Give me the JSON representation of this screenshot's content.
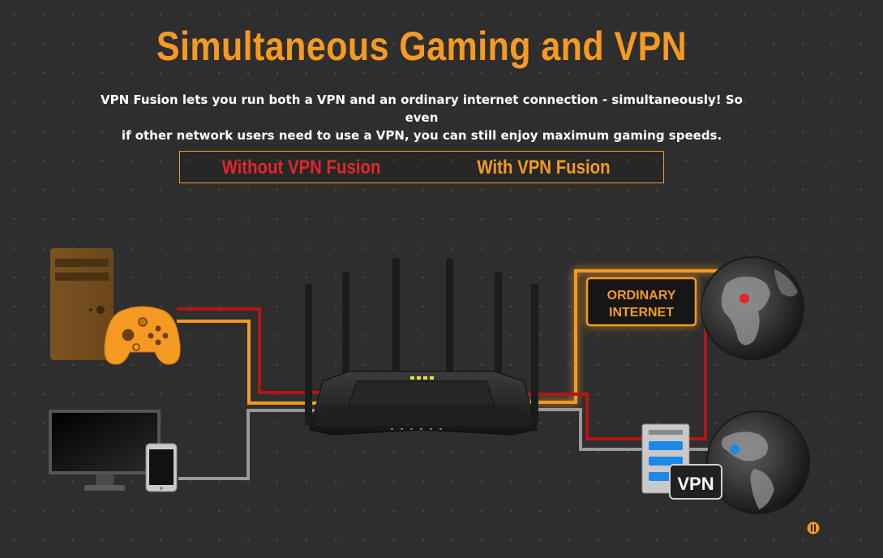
{
  "header": {
    "title": "Simultaneous Gaming and VPN",
    "description_line1": "VPN Fusion lets you run both a VPN and an ordinary internet connection - simultaneously! So even",
    "description_line2": "if other network users need to use a VPN, you can still enjoy maximum gaming speeds."
  },
  "tabs": [
    {
      "label": "Without VPN Fusion",
      "color": "#e1262b"
    },
    {
      "label": "With VPN Fusion",
      "color": "#f49a22"
    }
  ],
  "diagram": {
    "ordinary_internet_line1": "ORDINARY",
    "ordinary_internet_line2": "INTERNET",
    "vpn_label": "VPN"
  },
  "colors": {
    "accent_orange": "#f49a22",
    "line_red": "#b51416",
    "line_gray": "#9a9a9a",
    "background": "#2e2e2e"
  },
  "icons": [
    "desktop-tower-icon",
    "gamepad-icon",
    "monitor-icon",
    "smartphone-icon",
    "router-icon",
    "globe-icon",
    "server-icon",
    "pager-icon"
  ]
}
